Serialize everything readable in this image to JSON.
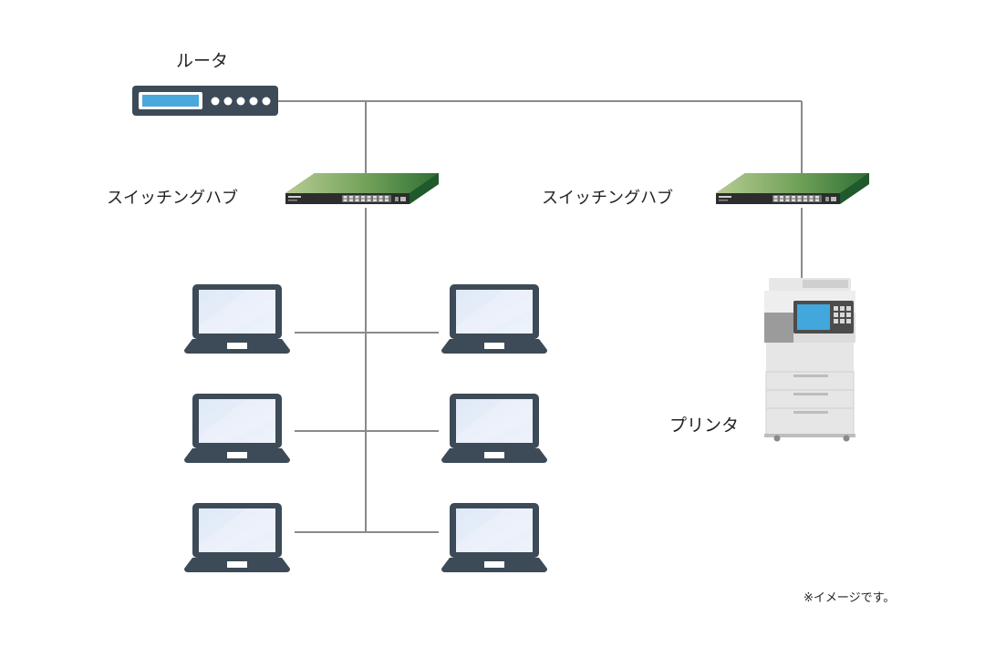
{
  "labels": {
    "router": "ルータ",
    "switch_left": "スイッチングハブ",
    "switch_right": "スイッチングハブ",
    "printer": "プリンタ",
    "note": "※イメージです。"
  },
  "devices": {
    "router": {
      "icon": "router-icon"
    },
    "switches": [
      {
        "icon": "switching-hub-icon"
      },
      {
        "icon": "switching-hub-icon"
      }
    ],
    "laptops_count": 6,
    "printer": {
      "icon": "printer-icon"
    }
  },
  "colors": {
    "line": "#8a8a8a",
    "device_dark": "#3d4a57",
    "router_display": "#4aa8dc",
    "switch_green": "#5f9a4c",
    "laptop_screen": "#e3ecf8",
    "printer_body": "#e6e6e6"
  }
}
